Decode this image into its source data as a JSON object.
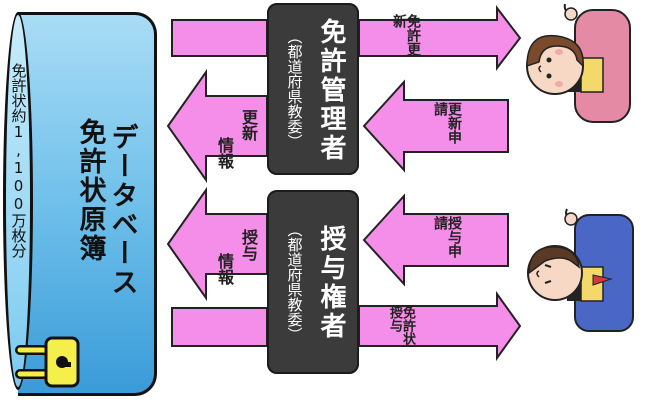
{
  "database": {
    "capacity": "免許状約1,100万枚分",
    "title_line1": "免許状原簿",
    "title_line2": "データベース"
  },
  "authorities": {
    "manager": {
      "name": "免許管理者",
      "sub": "（都道府県教委）"
    },
    "granter": {
      "name": "授与権者",
      "sub": "（都道府県教委）"
    }
  },
  "flows": {
    "renewal": "免許更新",
    "renew_request": "更新申請",
    "update_info_a": "更新",
    "update_info_b": "情報",
    "grant_request": "授与申請",
    "grant_info_a": "授与",
    "grant_info_b": "情報",
    "license_grant": "免許状授与"
  },
  "colors": {
    "arrow_pink": "#f58ee8",
    "arrow_border": "#222222",
    "box_dark": "#3b3b3b",
    "db_blue": "#6fc0ea",
    "lock_yellow": "#f4ef4a"
  }
}
